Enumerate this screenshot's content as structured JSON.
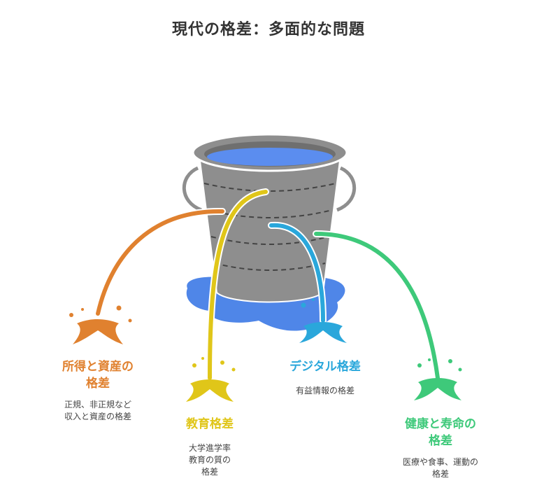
{
  "title": "現代の格差：多面的な問題",
  "colors": {
    "orange": "#E0812F",
    "yellow": "#E0C619",
    "blue": "#2AA7DB",
    "green": "#3EC97A",
    "bucket": "#8E8E8E",
    "water": "#5B8DEF",
    "puddle": "#4F86E8"
  },
  "items": [
    {
      "label_line1": "所得と資産の",
      "label_line2": "格差",
      "desc_line1": "正規、非正規など",
      "desc_line2": "収入と資産の格差"
    },
    {
      "label_line1": "教育格差",
      "desc_line1": "大学進学率",
      "desc_line2": "教育の質の",
      "desc_line3": "格差"
    },
    {
      "label_line1": "デジタル格差",
      "desc_line1": "有益情報の格差"
    },
    {
      "label_line1": "健康と寿命の",
      "label_line2": "格差",
      "desc_line1": "医療や食事、運動の",
      "desc_line2": "格差"
    }
  ]
}
